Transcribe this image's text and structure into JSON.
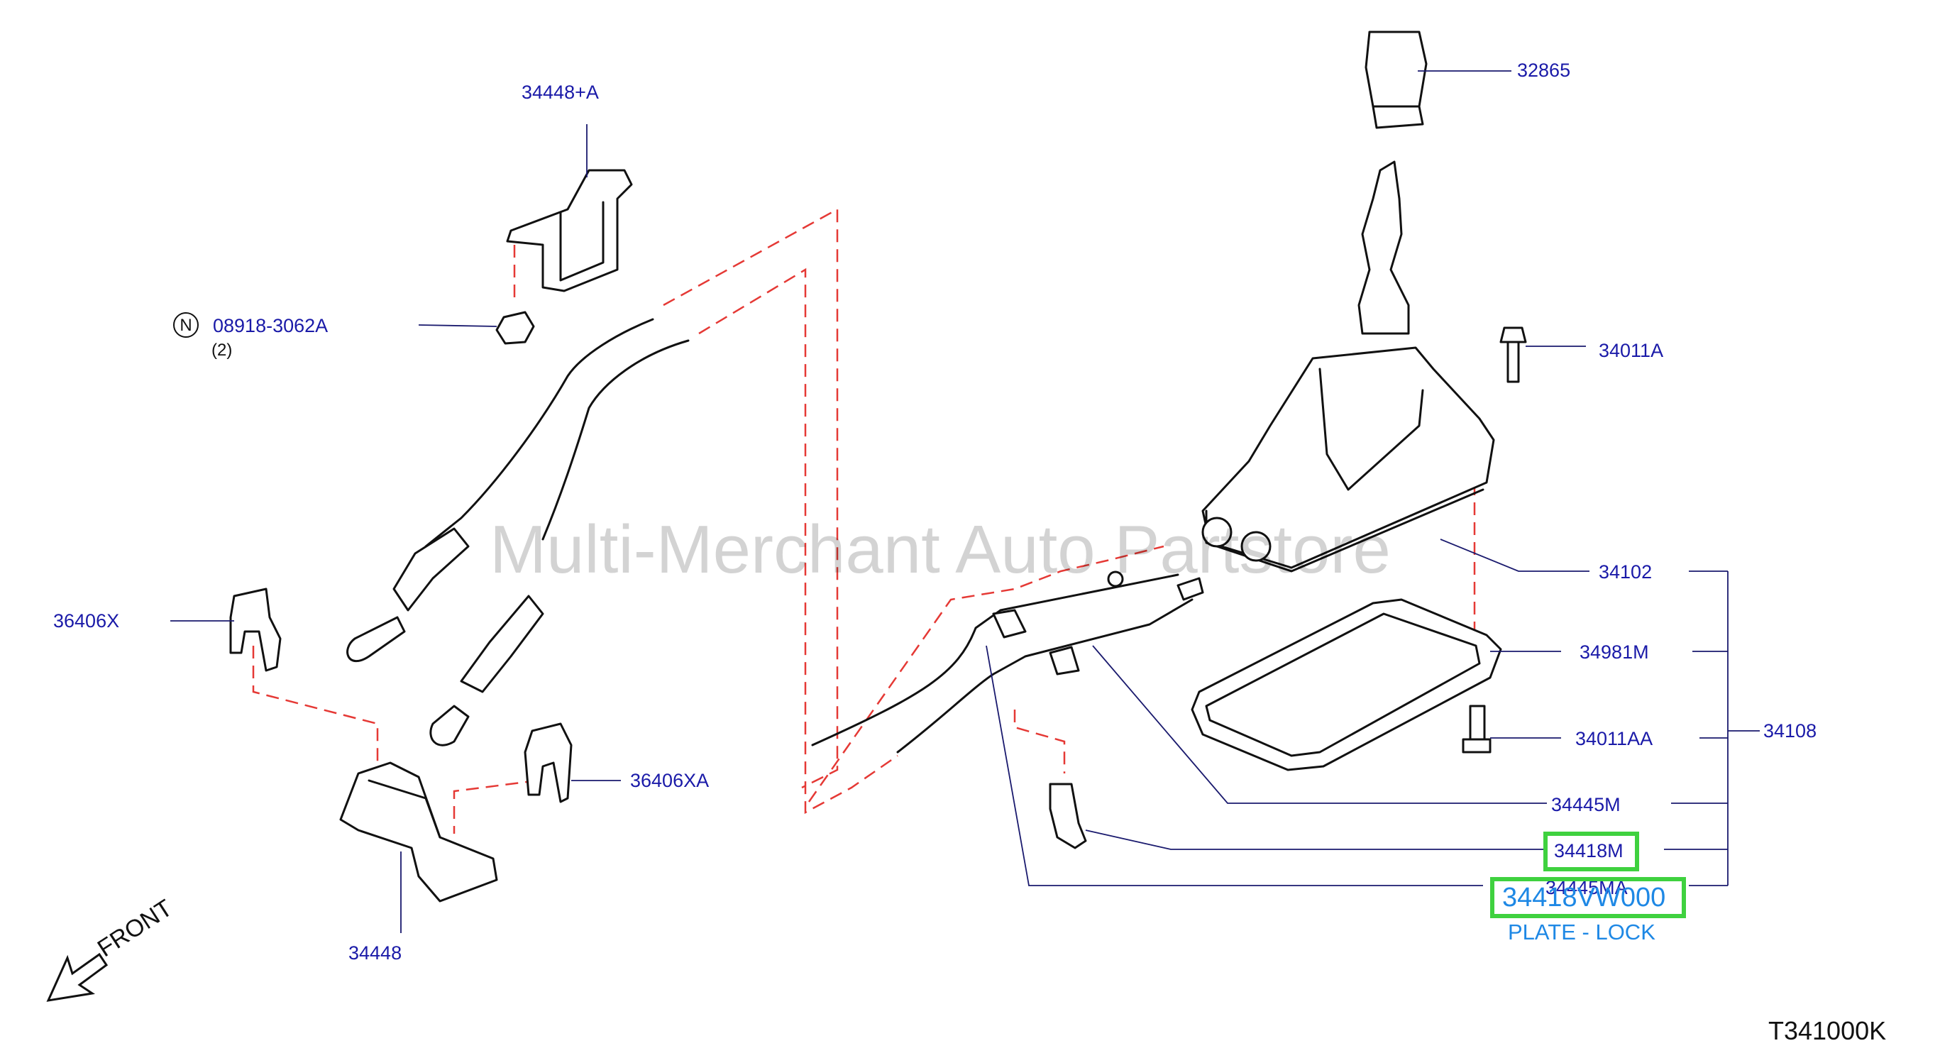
{
  "callouts": {
    "knob": "32865",
    "bracket_upper": "34448+A",
    "nut": "08918-3062A",
    "nut_qty": "(2)",
    "bolt_upper": "34011A",
    "clip_left": "36406X",
    "clip_right": "36406XA",
    "bracket_lower": "34448",
    "housing": "34102",
    "gasket": "34981M",
    "bolt_lower": "34011AA",
    "assembly": "34108",
    "cable_m": "34445M",
    "plate_m": "34418M",
    "cable_ma": "34445MA"
  },
  "n_symbol": "N",
  "highlight": {
    "part_number": "34418VW000",
    "description": "PLATE - LOCK"
  },
  "watermark": "Multi-Merchant Auto Partstore",
  "front_label": "FRONT",
  "diagram_code": "T341000K",
  "colors": {
    "label": "#1a1aa8",
    "highlight_border": "#3fd13f",
    "highlight_text": "#1e88e5",
    "phantom_line": "#e53935"
  }
}
